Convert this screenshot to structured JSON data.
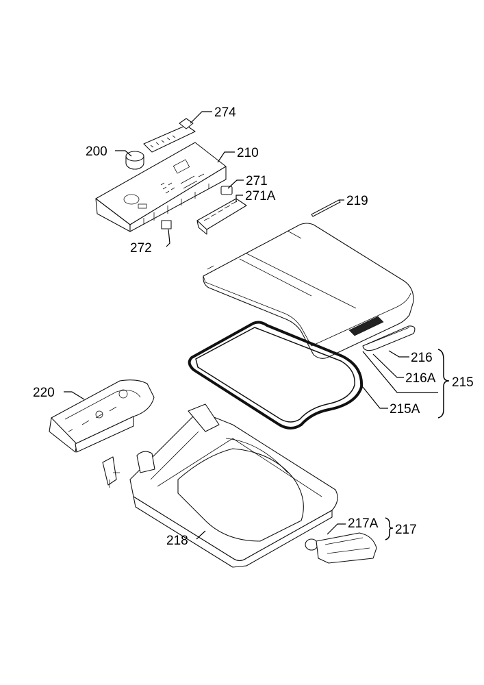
{
  "callouts": {
    "p274": "274",
    "p200": "200",
    "p210": "210",
    "p271": "271",
    "p271A": "271A",
    "p219": "219",
    "p272": "272",
    "p216": "216",
    "p216A": "216A",
    "p215": "215",
    "p215A": "215A",
    "p220": "220",
    "p217A": "217A",
    "p217": "217",
    "p218": "218"
  }
}
